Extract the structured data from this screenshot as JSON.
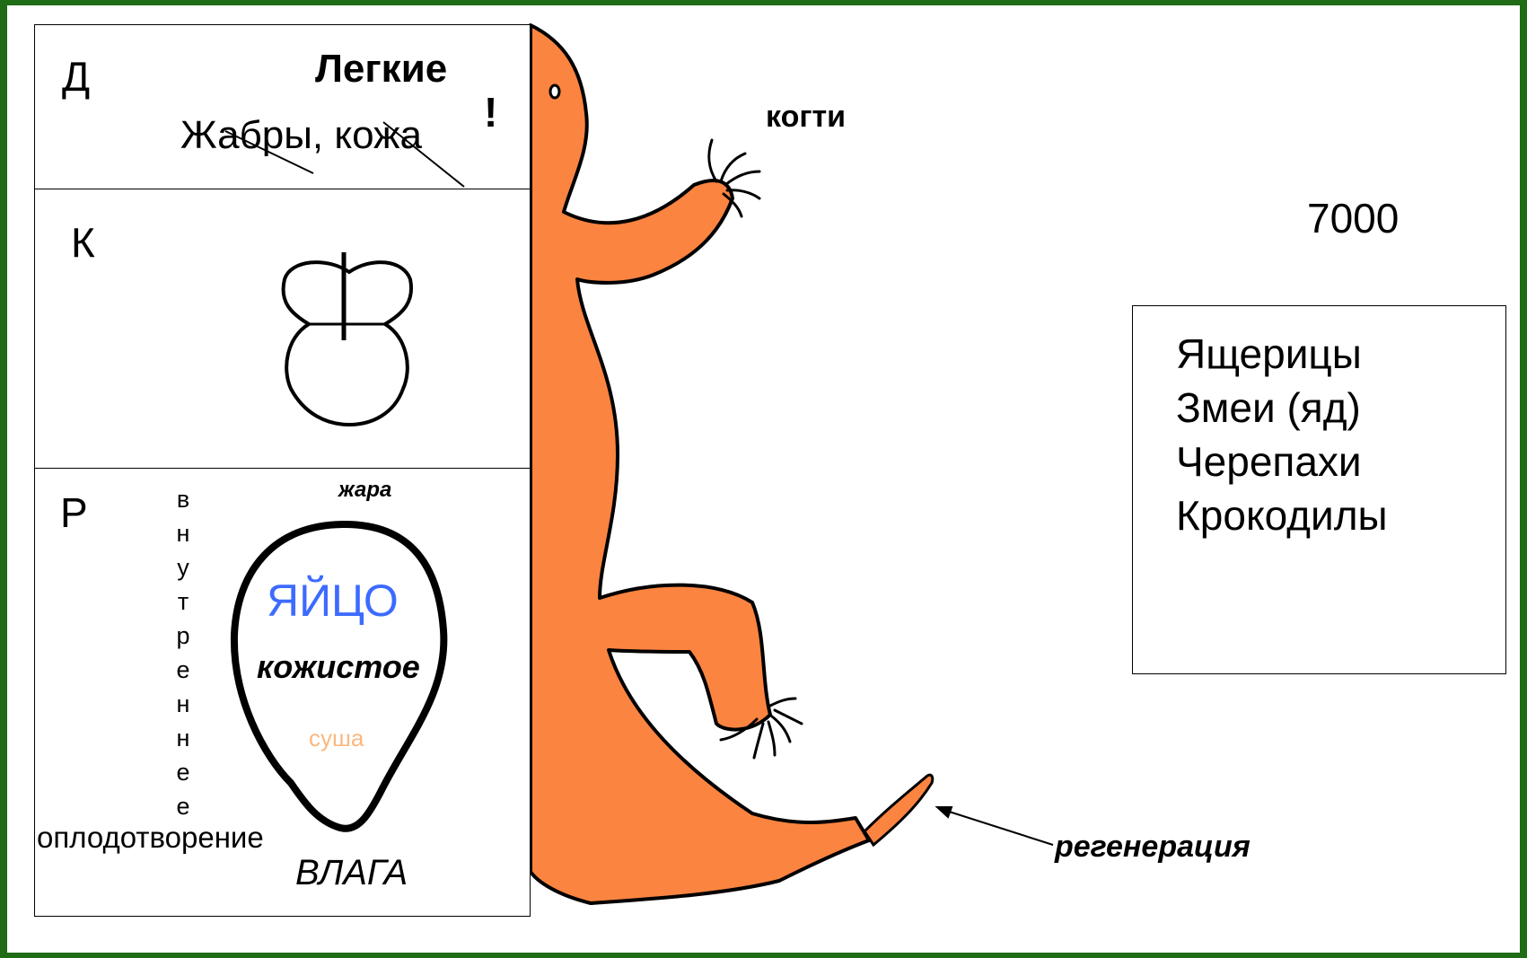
{
  "panel_d": {
    "letter": "Д",
    "title": "Легкие",
    "struck": "Жабры, кожа",
    "exclaim": "!"
  },
  "panel_k": {
    "letter": "К"
  },
  "panel_r": {
    "letter": "Р",
    "heat": "жара",
    "vertical_word": [
      "в",
      "н",
      "у",
      "т",
      "р",
      "е",
      "н",
      "н",
      "е",
      "е"
    ],
    "fertilization": "оплодотворение",
    "egg": "ЯЙЦО",
    "egg_type": "кожистое",
    "land": "суша",
    "moisture": "ВЛАГА"
  },
  "lizard": {
    "claws": "когти",
    "regeneration": "регенерация"
  },
  "species_count": "7000",
  "groups": [
    "Ящерицы",
    "Змеи (яд)",
    "Черепахи",
    "Крокодилы"
  ],
  "colors": {
    "frame": "#1f6b16",
    "lizard": "#fb8440",
    "egg_word": "#3d6bff",
    "land_word": "#fbb880"
  }
}
